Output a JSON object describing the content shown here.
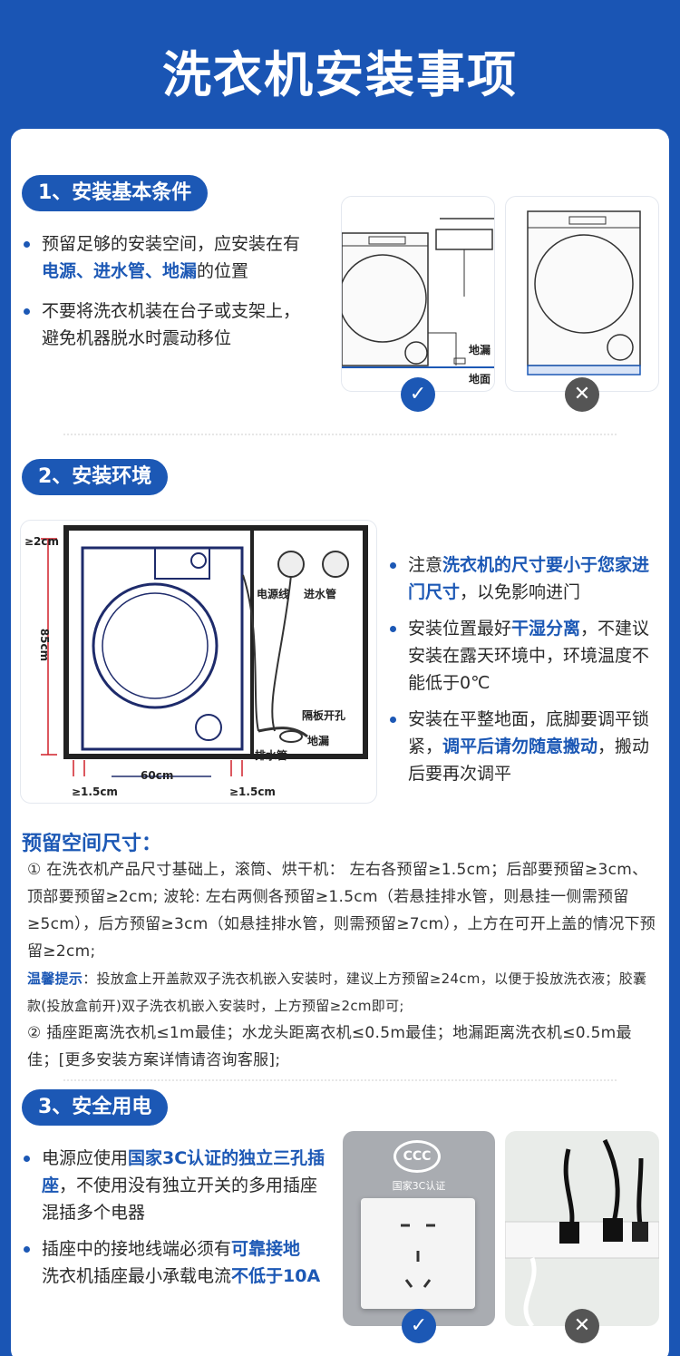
{
  "page_title": "洗衣机安装事项",
  "section1": {
    "heading": "1、安装基本条件",
    "bullet1_a": "预留足够的安装空间，应安装在有",
    "bullet1_hl": "电源、进水管、地漏",
    "bullet1_b": "的位置",
    "bullet2_a": "不要将洗衣机装在台子或支架上，",
    "bullet2_b": "避免机器脱水时震动移位",
    "img1_label_drain": "地漏",
    "img1_label_floor": "地面",
    "ok_mark": "✓",
    "no_mark": "✕"
  },
  "section2": {
    "heading": "2、安装环境",
    "diagram": {
      "top_gap": "≥2cm",
      "height": "85cm",
      "width": "60cm",
      "left_gap": "≥1.5cm",
      "right_gap": "≥1.5cm",
      "power_line": "电源线",
      "inlet_pipe": "进水管",
      "partition_hole": "隔板开孔",
      "floor_drain": "地漏",
      "drain_pipe": "排水管"
    },
    "bullet1_a": "注意",
    "bullet1_hl": "洗衣机的尺寸要小于您家进门尺寸",
    "bullet1_b": "，以免影响进门",
    "bullet2_a": "安装位置最好",
    "bullet2_hl": "干湿分离",
    "bullet2_b": "，不建议安装在露天环境中，环境温度不能低于0℃",
    "bullet3_a": "安装在平整地面，底脚要调平锁紧，",
    "bullet3_hl": "调平后请勿随意搬动",
    "bullet3_b": "，搬动后要再次调平"
  },
  "reserve": {
    "title": "预留空间尺寸：",
    "p1": "① 在洗衣机产品尺寸基础上，滚筒、烘干机： 左右各预留≥1.5cm；后部要预留≥3cm、顶部要预留≥2cm; 波轮: 左右两侧各预留≥1.5cm（若悬挂排水管，则悬挂一侧需预留≥5cm），后方预留≥3cm（如悬挂排水管，则需预留≥7cm），上方在可开上盖的情况下预留≥2cm;",
    "tip_label": "温馨提示",
    "tip_text": "：投放盒上开盖款双子洗衣机嵌入安装时，建议上方预留≥24cm，以便于投放洗衣液；胶囊款(投放盒前开)双子洗衣机嵌入安装时，上方预留≥2cm即可;",
    "p2": "② 插座距离洗衣机≤1m最佳；水龙头距离衣机≤0.5m最佳；地漏距离洗衣机≤0.5m最佳；[更多安装方案详情请咨询客服];"
  },
  "section3": {
    "heading": "3、安全用电",
    "bullet1_a": "电源应使用",
    "bullet1_hl": "国家3C认证的独立三孔插座",
    "bullet1_b": "，不使用没有独立开关的多用插座混插多个电器",
    "bullet2_a": "插座中的接地线端必须有",
    "bullet2_hl": "可靠接地",
    "bullet2_c": "洗衣机插座最小承载电流",
    "bullet2_hl2": "不低于10A",
    "ccc_logo": "CCC",
    "ccc_caption": "国家3C认证"
  },
  "colors": {
    "brand": "#1c58b5",
    "bg": "#1a55b4",
    "red": "#d0202a"
  }
}
